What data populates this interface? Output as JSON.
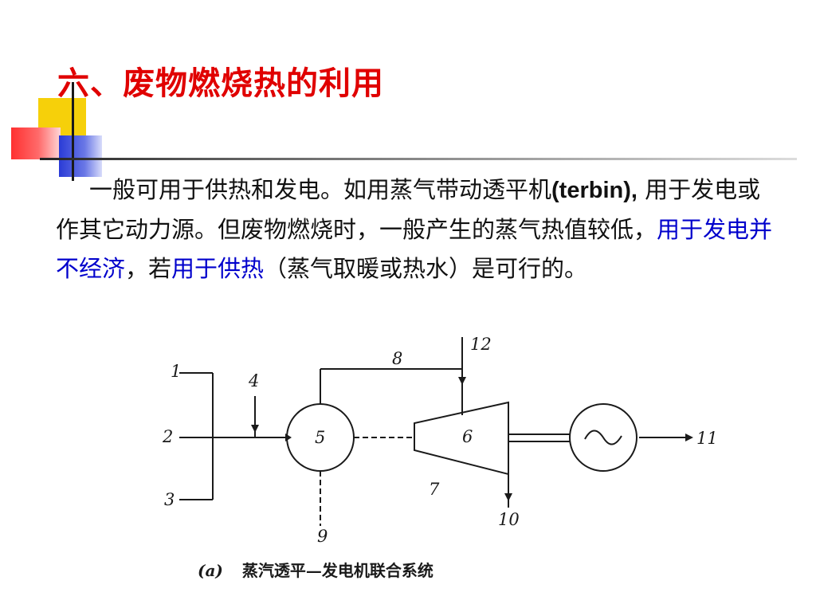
{
  "title": "六、废物燃烧热的利用",
  "paragraph": {
    "segment_1": "一般可用于供热和发电。如用蒸气带动透平机",
    "latin": "(terbin),",
    "segment_2": " 用于发电或作其它动力源。但废物燃烧时，一般产生的蒸气热值较低，",
    "highlight_1": "用于发电并不经济",
    "segment_3": "，若",
    "highlight_2": "用于供热",
    "segment_4": "（蒸气取暖或热水）是可行的。"
  },
  "figure": {
    "labels": [
      "1",
      "2",
      "3",
      "4",
      "5",
      "6",
      "7",
      "8",
      "9",
      "10",
      "11",
      "12"
    ],
    "caption_tag": "(a)",
    "caption_text": "蒸汽透平—发电机联合系统"
  },
  "colors": {
    "title": "#e00000",
    "highlight": "#0000cc",
    "text": "#111111"
  }
}
